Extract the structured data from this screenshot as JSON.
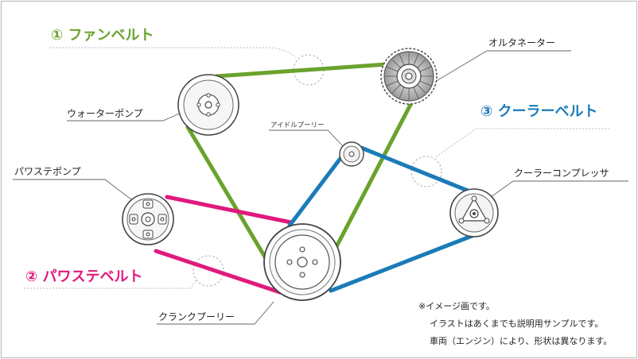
{
  "titles": {
    "fan_belt": "① ファンベルト",
    "power_steering_belt": "② パワステベルト",
    "cooler_belt": "③ クーラーベルト"
  },
  "components": {
    "water_pump": "ウォーターポンプ",
    "alternator": "オルタネーター",
    "idler_pulley": "アイドルプーリー",
    "power_steering_pump": "パワステポンプ",
    "cooler_compressor": "クーラーコンプレッサ",
    "crank_pulley": "クランクプーリー"
  },
  "notes": {
    "line1": "※イメージ画です。",
    "line2": "イラストはあくまでも説明用サンプルです。",
    "line3": "車両（エンジン）により、形状は異なります。"
  },
  "colors": {
    "fan_belt": "#6aa22c",
    "power_steering_belt": "#e0197d",
    "cooler_belt": "#1b7bb8",
    "frame": "#c8c8c8"
  }
}
